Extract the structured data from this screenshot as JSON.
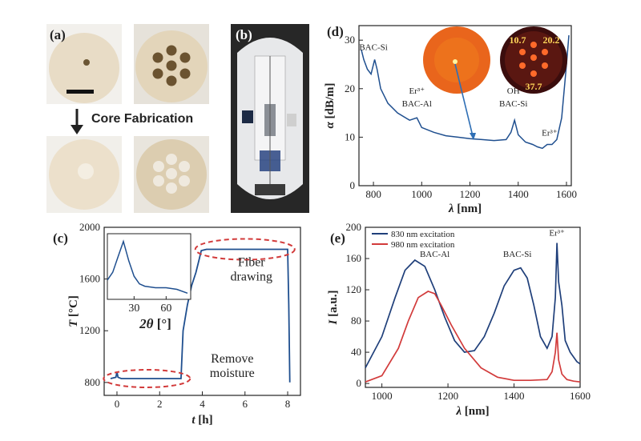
{
  "panels": {
    "a": "(a)",
    "b": "(b)",
    "c": "(c)",
    "d": "(d)",
    "e": "(e)"
  },
  "panel_a": {
    "process_label": "Core Fabrication"
  },
  "panel_d_insets": {
    "left_glow": "",
    "right_values": [
      "10.7",
      "20.2",
      "37.7"
    ]
  },
  "chart_data": [
    {
      "id": "c",
      "type": "line",
      "xlabel": "t [h]",
      "ylabel": "T [°C]",
      "xlim": [
        -0.6,
        8.6
      ],
      "ylim": [
        700,
        2000
      ],
      "xticks": [
        0,
        2,
        4,
        6,
        8
      ],
      "yticks": [
        800,
        1200,
        1600,
        2000
      ],
      "series": [
        {
          "x": [
            -0.3,
            -0.05,
            0,
            0.05,
            0.2,
            1,
            2,
            3,
            3.02,
            3.1,
            3.3,
            3.5,
            3.7,
            3.85,
            3.95,
            4.2,
            5,
            6,
            7,
            8,
            8.05,
            8.1
          ],
          "y": [
            830,
            840,
            880,
            840,
            830,
            830,
            830,
            830,
            900,
            1200,
            1400,
            1550,
            1650,
            1750,
            1820,
            1830,
            1830,
            1830,
            1830,
            1830,
            1400,
            800
          ]
        }
      ],
      "annotations": [
        "Fiber drawing",
        "Remove moisture"
      ],
      "inset": {
        "xlabel": "2θ [°]",
        "xticks": [
          30,
          60
        ],
        "x": [
          5,
          10,
          15,
          20,
          25,
          30,
          35,
          40,
          50,
          60,
          70,
          80
        ],
        "y": [
          0.5,
          0.6,
          0.8,
          1.0,
          0.75,
          0.55,
          0.45,
          0.42,
          0.4,
          0.4,
          0.38,
          0.33
        ]
      }
    },
    {
      "id": "d",
      "type": "line",
      "xlabel": "λ [nm]",
      "ylabel": "α [dB/m]",
      "xlim": [
        740,
        1620
      ],
      "ylim": [
        0,
        33
      ],
      "xticks": [
        800,
        1000,
        1200,
        1400,
        1600
      ],
      "yticks": [
        0,
        10,
        20,
        30
      ],
      "series": [
        {
          "x": [
            750,
            760,
            775,
            790,
            805,
            815,
            830,
            860,
            900,
            950,
            980,
            1000,
            1050,
            1100,
            1150,
            1200,
            1250,
            1300,
            1350,
            1370,
            1385,
            1400,
            1430,
            1460,
            1480,
            1500,
            1520,
            1540,
            1560,
            1580,
            1600,
            1610
          ],
          "y": [
            28,
            26,
            24,
            23,
            26,
            24,
            20,
            17,
            15,
            13.5,
            14,
            12,
            11,
            10.3,
            10,
            9.7,
            9.5,
            9.3,
            9.5,
            11,
            13.5,
            10.5,
            9,
            8.5,
            8,
            7.7,
            8.5,
            8.5,
            9.5,
            14,
            25,
            31
          ]
        }
      ],
      "annotations": [
        "BAC-Si",
        "Er³⁺",
        "BAC-Al",
        "OH",
        "BAC-Si",
        "Er³⁺"
      ]
    },
    {
      "id": "e",
      "type": "line",
      "xlabel": "λ [nm]",
      "ylabel": "I [a.u.]",
      "xlim": [
        950,
        1600
      ],
      "ylim": [
        -5,
        200
      ],
      "xticks": [
        1000,
        1200,
        1400,
        1600
      ],
      "yticks": [
        0,
        40,
        80,
        120,
        160,
        200
      ],
      "series": [
        {
          "name": "830 nm excitation",
          "color": "#1f3f7a",
          "x": [
            950,
            1000,
            1040,
            1070,
            1100,
            1130,
            1160,
            1190,
            1220,
            1250,
            1280,
            1310,
            1340,
            1370,
            1400,
            1420,
            1440,
            1460,
            1480,
            1500,
            1515,
            1525,
            1530,
            1535,
            1545,
            1555,
            1570,
            1590,
            1600
          ],
          "y": [
            20,
            60,
            110,
            145,
            158,
            150,
            120,
            85,
            55,
            40,
            42,
            60,
            90,
            125,
            145,
            148,
            135,
            100,
            60,
            45,
            60,
            110,
            180,
            130,
            100,
            55,
            40,
            28,
            25
          ]
        },
        {
          "name": "980 nm excitation",
          "color": "#d23b3b",
          "x": [
            950,
            1000,
            1050,
            1080,
            1110,
            1140,
            1160,
            1180,
            1210,
            1250,
            1300,
            1350,
            1400,
            1450,
            1500,
            1515,
            1525,
            1530,
            1535,
            1545,
            1560,
            1580,
            1600
          ],
          "y": [
            2,
            10,
            45,
            80,
            110,
            118,
            115,
            100,
            75,
            45,
            20,
            8,
            4,
            4,
            5,
            15,
            40,
            65,
            30,
            12,
            5,
            3,
            2
          ]
        }
      ],
      "annotations": [
        "BAC-Al",
        "BAC-Si",
        "Er³⁺"
      ]
    }
  ]
}
